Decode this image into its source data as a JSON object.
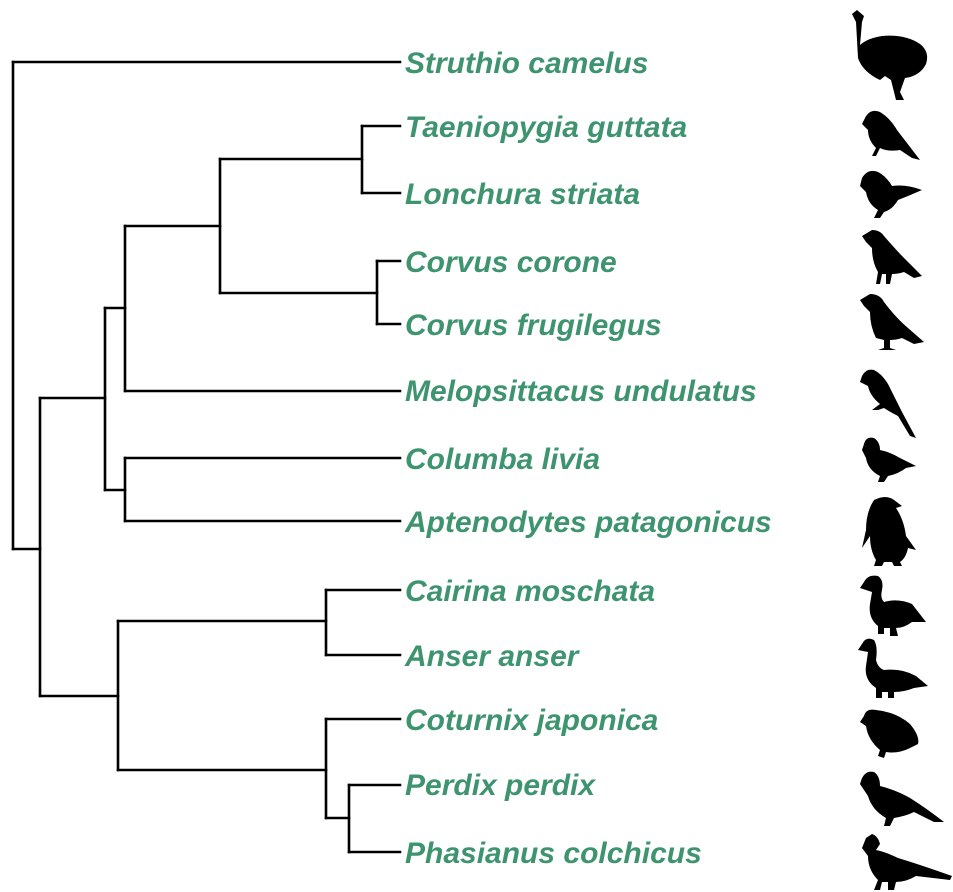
{
  "label_color": "#3f9470",
  "branch_color": "#000000",
  "taxa": [
    {
      "label": "Struthio camelus",
      "icon": "ostrich-silhouette-icon"
    },
    {
      "label": "Taeniopygia guttata",
      "icon": "finch-silhouette-icon"
    },
    {
      "label": "Lonchura striata",
      "icon": "munia-silhouette-icon"
    },
    {
      "label": "Corvus corone",
      "icon": "crow-silhouette-icon"
    },
    {
      "label": "Corvus frugilegus",
      "icon": "rook-silhouette-icon"
    },
    {
      "label": "Melopsittacus undulatus",
      "icon": "budgerigar-silhouette-icon"
    },
    {
      "label": "Columba livia",
      "icon": "pigeon-silhouette-icon"
    },
    {
      "label": "Aptenodytes patagonicus",
      "icon": "penguin-silhouette-icon"
    },
    {
      "label": "Cairina moschata",
      "icon": "muscovy-duck-silhouette-icon"
    },
    {
      "label": "Anser anser",
      "icon": "goose-silhouette-icon"
    },
    {
      "label": "Coturnix japonica",
      "icon": "quail-silhouette-icon"
    },
    {
      "label": "Perdix perdix",
      "icon": "partridge-silhouette-icon"
    },
    {
      "label": "Phasianus colchicus",
      "icon": "pheasant-silhouette-icon"
    }
  ]
}
